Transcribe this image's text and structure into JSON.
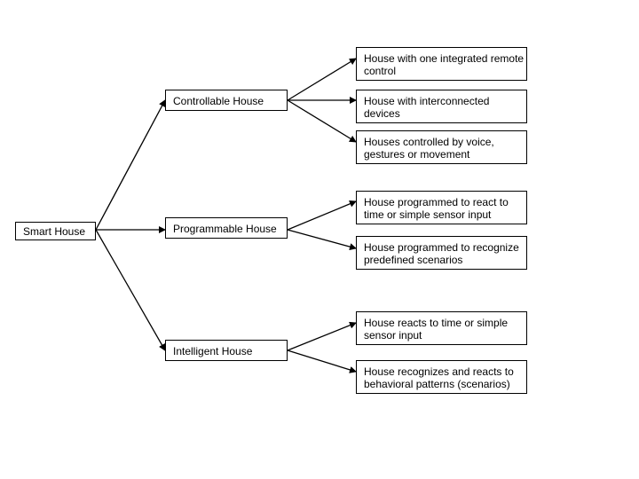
{
  "root": {
    "label": "Smart House"
  },
  "branches": [
    {
      "label": "Controllable House",
      "children": [
        "House with one integrated remote control",
        "House with interconnected devices",
        "Houses controlled by voice, gestures or movement"
      ]
    },
    {
      "label": "Programmable House",
      "children": [
        "House programmed to react to time or simple sensor input",
        "House programmed to recognize predefined scenarios"
      ]
    },
    {
      "label": "Intelligent House",
      "children": [
        "House reacts to time or simple sensor input",
        "House recognizes and reacts  to behavioral patterns (scenarios)"
      ]
    }
  ],
  "colors": {
    "line": "#000000",
    "box_border": "#000000",
    "background": "#ffffff"
  }
}
